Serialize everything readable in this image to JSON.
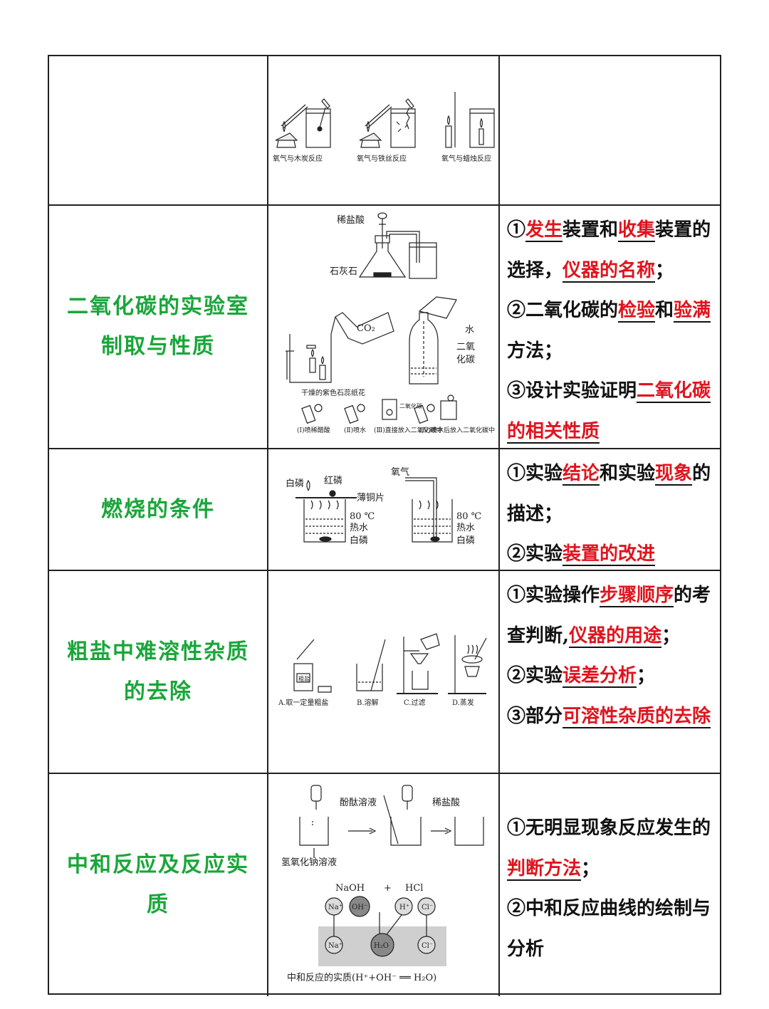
{
  "rows": [
    {
      "topic": "",
      "figure_labels": [
        "氧气与木炭反应",
        "氧气与铁丝反应",
        "氧气与蜡烛反应"
      ],
      "points": []
    },
    {
      "topic": "二氧化碳的实验室制取与性质",
      "figure_labels": [
        "稀盐酸",
        "石灰石",
        "CO₂",
        "水",
        "二氧",
        "化碳",
        "干燥的紫色石蕊纸花",
        "(Ⅰ)喷稀醋酸",
        "(Ⅱ)喷水",
        "(Ⅲ)直接放入二氧化碳中",
        "(Ⅳ)喷水后放入二氧化碳中",
        "二氧化碳"
      ],
      "points": [
        [
          {
            "t": "①"
          },
          {
            "t": "发生",
            "h": true
          },
          {
            "t": "装置和"
          },
          {
            "t": "收集",
            "h": true
          },
          {
            "t": "装置的选择，"
          },
          {
            "t": "仪器的名称",
            "h": true
          },
          {
            "t": "；"
          }
        ],
        [
          {
            "t": "②二氧化碳的"
          },
          {
            "t": "检验",
            "h": true
          },
          {
            "t": "和"
          },
          {
            "t": "验满",
            "h": true
          },
          {
            "t": "方法；"
          }
        ],
        [
          {
            "t": "③设计实验证明"
          },
          {
            "t": "二氧化碳的相关性质",
            "h": true
          }
        ]
      ]
    },
    {
      "topic": "燃烧的条件",
      "figure_labels": [
        "白磷",
        "红磷",
        "薄铜片",
        "80 ℃",
        "热水",
        "白磷",
        "氧气",
        "80 ℃",
        "热水",
        "白磷"
      ],
      "points": [
        [
          {
            "t": "①实验"
          },
          {
            "t": "结论",
            "h": true
          },
          {
            "t": "和实验"
          },
          {
            "t": "现象",
            "h": true
          },
          {
            "t": "的描述；"
          }
        ],
        [
          {
            "t": "②实验"
          },
          {
            "t": "装置的改进",
            "h": true
          }
        ]
      ]
    },
    {
      "topic": "粗盐中难溶性杂质的去除",
      "figure_labels": [
        "粗盐",
        "A.取一定量粗盐",
        "B.溶解",
        "C.过滤",
        "D.蒸发"
      ],
      "points": [
        [
          {
            "t": "①实验操作"
          },
          {
            "t": "步骤顺序",
            "h": true
          },
          {
            "t": "的考查判断,"
          },
          {
            "t": "仪器的用途",
            "h": true
          },
          {
            "t": "；"
          }
        ],
        [
          {
            "t": "②实验"
          },
          {
            "t": "误差分析",
            "h": true
          },
          {
            "t": "；"
          }
        ],
        [
          {
            "t": "③部分"
          },
          {
            "t": "可溶性杂质的去除",
            "h": true
          }
        ]
      ]
    },
    {
      "topic": "中和反应及反应实质",
      "figure_labels": [
        "酚酞溶液",
        "稀盐酸",
        "氢氧化钠溶液",
        "NaOH",
        "+",
        "HCl",
        "Na⁺",
        "OH⁻",
        "H⁺",
        "Cl⁻",
        "Na⁺",
        "H₂O",
        "Cl⁻",
        "中和反应的实质(H⁺+OH⁻ ══ H₂O)"
      ],
      "points": [
        [
          {
            "t": "①无明显现象反应发生的"
          },
          {
            "t": "判断方法",
            "h": true
          },
          {
            "t": "；"
          }
        ],
        [
          {
            "t": "②中和反应曲线的绘制与分析"
          }
        ]
      ]
    }
  ]
}
